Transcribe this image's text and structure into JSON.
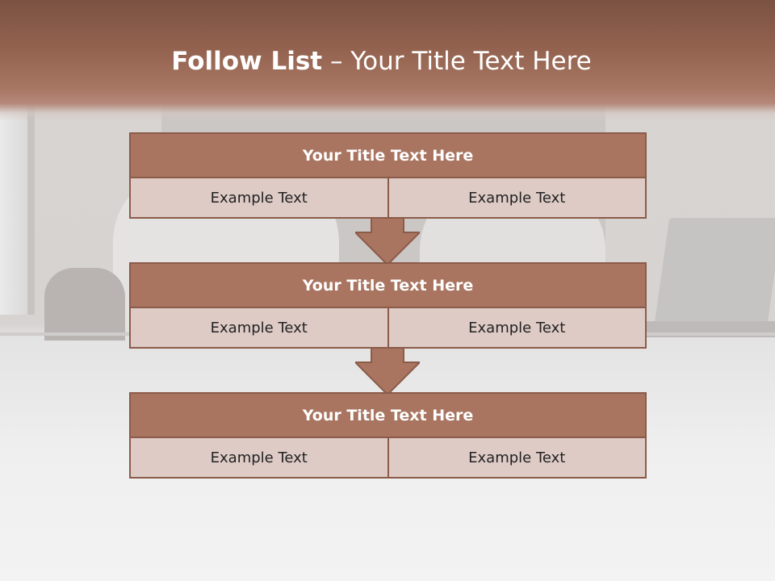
{
  "title": {
    "bold": "Follow List",
    "rest": " – Your Title Text Here"
  },
  "colors": {
    "header_dark": "#7b5242",
    "block_title": "#a97561",
    "block_border": "#8b5b49",
    "cell_fill": "#decbc6"
  },
  "steps": [
    {
      "title": "Your Title Text Here",
      "cells": [
        "Example Text",
        "Example Text"
      ]
    },
    {
      "title": "Your Title Text Here",
      "cells": [
        "Example Text",
        "Example Text"
      ]
    },
    {
      "title": "Your Title Text Here",
      "cells": [
        "Example Text",
        "Example Text"
      ]
    }
  ]
}
